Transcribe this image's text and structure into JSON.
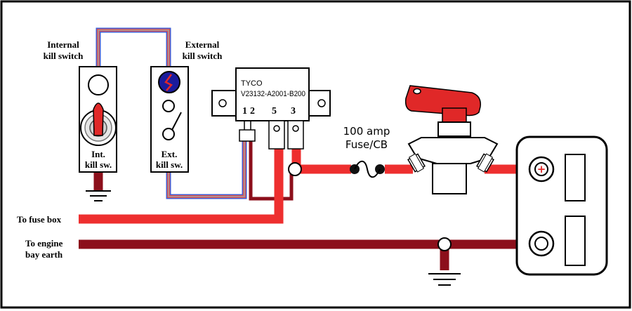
{
  "labels": {
    "internal_switch": [
      "Internal",
      "kill switch"
    ],
    "external_switch": [
      "External",
      "kill switch"
    ],
    "int_short": [
      "Int.",
      "kill sw."
    ],
    "ext_short": [
      "Ext.",
      "kill sw."
    ],
    "relay_brand": "TYCO",
    "relay_part": "V23132-A2001-B200",
    "relay_terminals": [
      "1",
      "2",
      "5",
      "3"
    ],
    "fuse": [
      "100 amp",
      "Fuse/CB"
    ],
    "to_fuse_box": "To fuse box",
    "to_engine_earth": [
      "To engine",
      "bay earth"
    ],
    "battery_positive": "+"
  },
  "colors": {
    "power_wire": "#ee2f2f",
    "earth_wire": "#8c0f1b",
    "signal_wire_blue": "#3f5fd6",
    "signal_wire_red": "#e05050",
    "signal_wire_grey": "#a0a0a0",
    "switch_knob": "#e02828",
    "led": "#1b1b9c",
    "outline": "#000000"
  }
}
